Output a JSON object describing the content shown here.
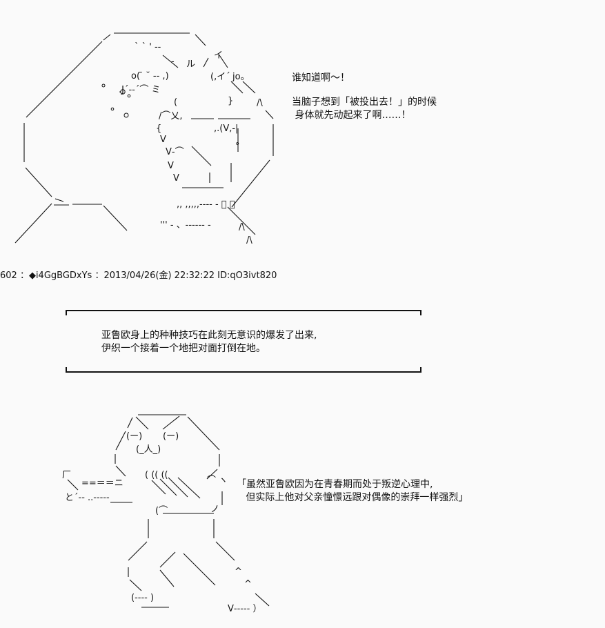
{
  "panel1": {
    "speech_line1": "谁知道啊～！",
    "speech_line2": "当脑子想到「被投出去！」的时候",
    "speech_line3": " 身体就先动起来了啊……！",
    "art_fragments": {
      "ru": "ル",
      "jo": "jo。",
      "v_face": ",.(V,-|"
    }
  },
  "post_header": {
    "number": "602",
    "separator": "：",
    "trip": "◆i4GgBGDxYs",
    "date": "2013/04/26(金)",
    "time": "22:32:22",
    "id": "ID:qO3ivt820",
    "full": "602 ：◆i4GgBGDxYs ：2013/04/26(金) 22:32:22 ID:qO3ivt820"
  },
  "narration_box": {
    "line1": "亚鲁欧身上的种种技巧在此刻无意识的爆发了出来,",
    "line2": "伊织一个接着一个地把对面打倒在地。"
  },
  "panel2": {
    "speech_line1": "「虽然亚鲁欧因为在青春期而处于叛逆心理中,",
    "speech_line2": "   但实际上他对父亲憧憬远跟对偶像的崇拜一样强烈」",
    "art_fragments": {
      "eye_left": "(ー)",
      "eye_right": "(ー)",
      "mouth": "(_人_)",
      "arm": "==＝＝ニ"
    }
  },
  "colors": {
    "background": "#fafafa",
    "text": "#111111"
  }
}
